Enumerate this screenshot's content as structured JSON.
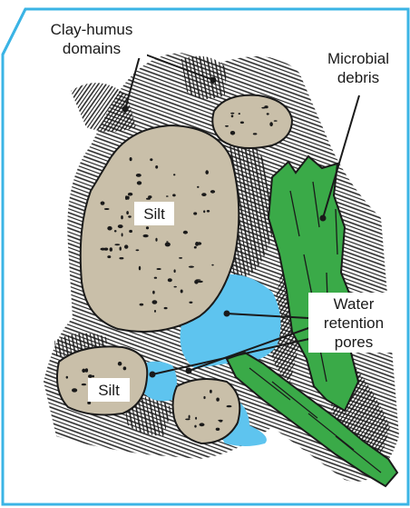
{
  "labels": {
    "clay_humus_line1": "Clay-humus",
    "clay_humus_line2": "domains",
    "microbial_line1": "Microbial",
    "microbial_line2": "debris",
    "silt_large": "Silt",
    "silt_small": "Silt",
    "water_line1": "Water",
    "water_line2": "retention",
    "water_line3": "pores"
  },
  "colors": {
    "frame": "#3bb4e5",
    "silt": "#c9bfa9",
    "organic_debris": "#3aaa48",
    "water": "#5ec4ef",
    "outline": "#1a1a1a"
  }
}
